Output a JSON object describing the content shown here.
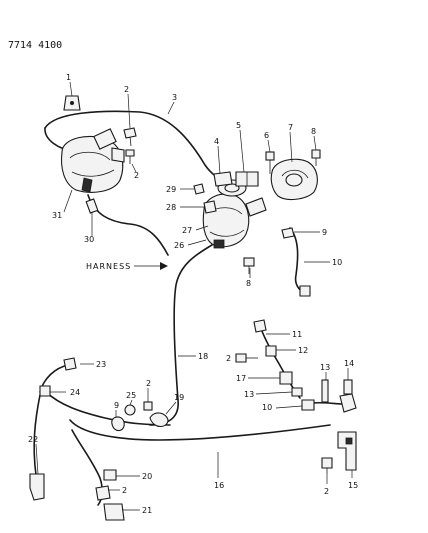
{
  "doc_number": "7714 4100",
  "harness_label": "HARNESS",
  "callouts": [
    "1",
    "2",
    "3",
    "2",
    "31",
    "30",
    "4",
    "5",
    "6",
    "7",
    "8",
    "29",
    "28",
    "27",
    "26",
    "8",
    "9",
    "10",
    "11",
    "12",
    "2",
    "23",
    "18",
    "17",
    "13",
    "13",
    "10",
    "14",
    "24",
    "25",
    "2",
    "9",
    "19",
    "22",
    "16",
    "20",
    "2",
    "21",
    "2",
    "15"
  ]
}
